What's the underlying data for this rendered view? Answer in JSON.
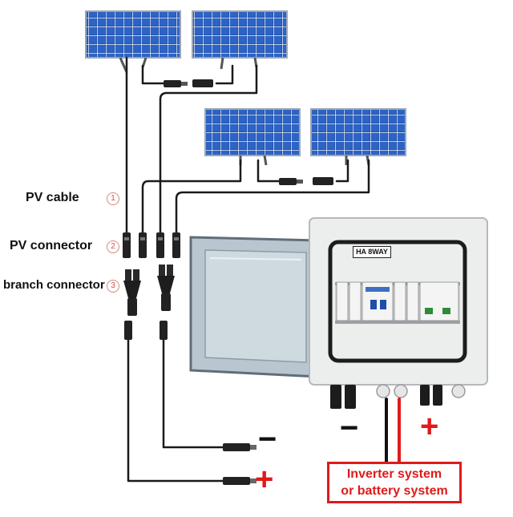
{
  "labels": {
    "pv_cable": "PV cable",
    "pv_connector": "PV connector",
    "branch_connector": "branch connector"
  },
  "numbers": [
    "1",
    "2",
    "3"
  ],
  "box_label": "HA 8WAY",
  "signs": {
    "minus": "−",
    "plus": "+"
  },
  "system_box": {
    "line1": "Inverter system",
    "line2": "or battery system"
  },
  "colors": {
    "panel_blue": "#1f4fa8",
    "cable": "#1a1a1a",
    "minus_sign": "#111111",
    "plus_sign": "#e01a1a",
    "positive_wire": "#e01a1a",
    "enclosure": "#eceeee"
  }
}
